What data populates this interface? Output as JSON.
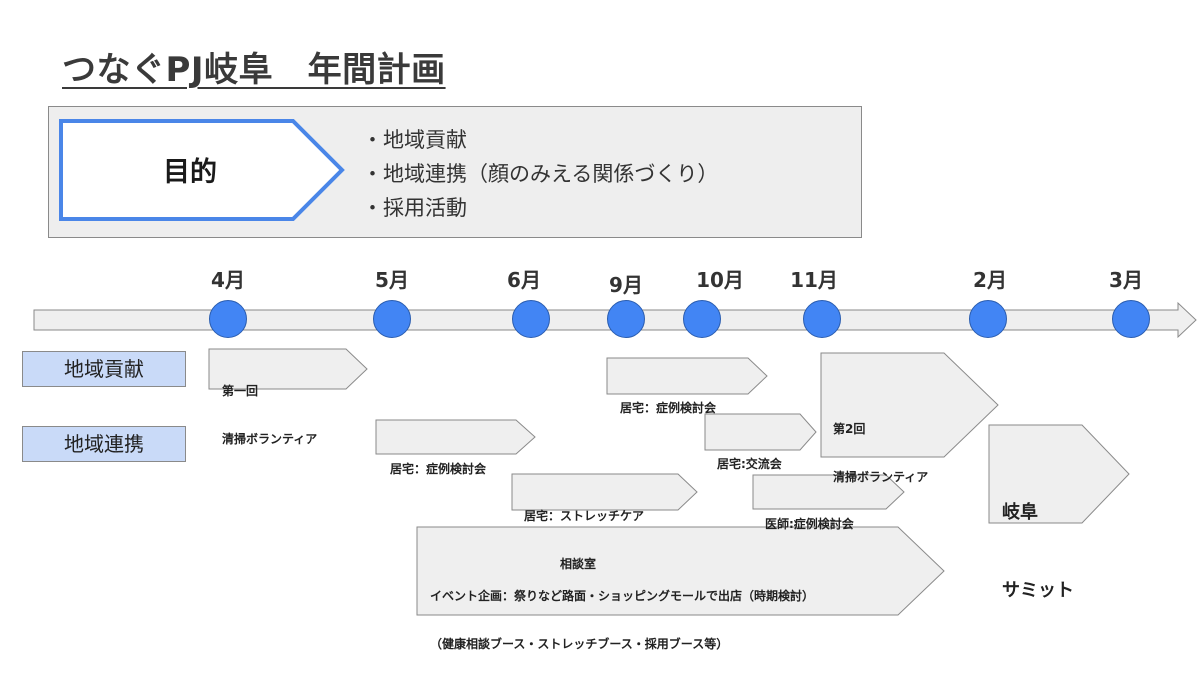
{
  "title": "つなぐPJ岐阜　年間計画",
  "purpose": {
    "label": "目的",
    "goals": [
      "・地域貢献",
      "・地域連携（顔のみえる関係づくり）",
      "・採用活動"
    ]
  },
  "timeline": {
    "months": [
      "4月",
      "5月",
      "6月",
      "9月",
      "10月",
      "11月",
      "2月",
      "3月"
    ]
  },
  "categories": [
    "地域貢献",
    "地域連携"
  ],
  "events": [
    {
      "lines": [
        "第一回",
        "清掃ボランティア"
      ]
    },
    {
      "lines": [
        "居宅：症例検討会"
      ]
    },
    {
      "lines": [
        "居宅：ストレッチケア",
        "　　　相談室"
      ]
    },
    {
      "lines": [
        "居宅：症例検討会"
      ]
    },
    {
      "lines": [
        "居宅:交流会"
      ]
    },
    {
      "lines": [
        "医師:症例検討会"
      ]
    },
    {
      "lines": [
        "第2回",
        "清掃ボランティア"
      ]
    },
    {
      "lines": [
        "岐阜",
        "サミット"
      ]
    },
    {
      "lines": [
        "イベント企画：祭りなど路面・ショッピングモールで出店（時期検討）",
        "（健康相談ブース・ストレッチブース・採用ブース等）"
      ]
    }
  ],
  "colors": {
    "accent_blue": "#4285f4",
    "category_fill": "#c9daf8",
    "shape_fill": "#efefef",
    "box_border": "#8a8a8a"
  }
}
